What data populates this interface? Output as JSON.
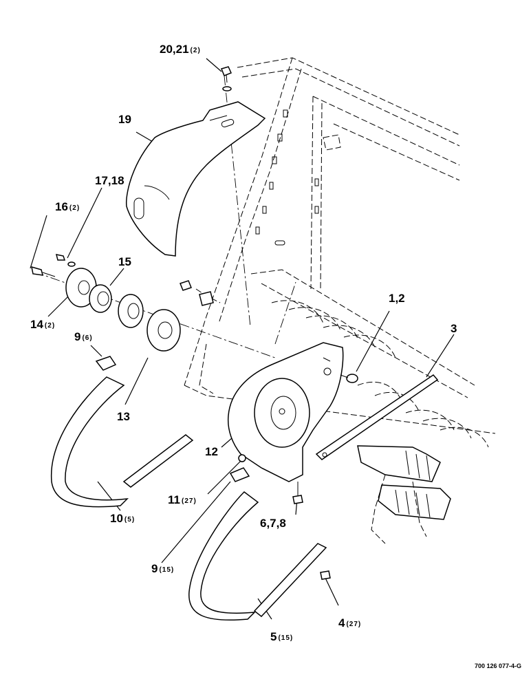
{
  "callouts": [
    {
      "id": "c-20-21",
      "label": "20,21",
      "qty": "(2)"
    },
    {
      "id": "c-19",
      "label": "19",
      "qty": ""
    },
    {
      "id": "c-17-18",
      "label": "17,18",
      "qty": ""
    },
    {
      "id": "c-16",
      "label": "16",
      "qty": "(2)"
    },
    {
      "id": "c-15",
      "label": "15",
      "qty": ""
    },
    {
      "id": "c-14",
      "label": "14",
      "qty": "(2)"
    },
    {
      "id": "c-9a",
      "label": "9",
      "qty": "(6)"
    },
    {
      "id": "c-13",
      "label": "13",
      "qty": ""
    },
    {
      "id": "c-1-2",
      "label": "1,2",
      "qty": ""
    },
    {
      "id": "c-3",
      "label": "3",
      "qty": ""
    },
    {
      "id": "c-12",
      "label": "12",
      "qty": ""
    },
    {
      "id": "c-11",
      "label": "11",
      "qty": "(27)"
    },
    {
      "id": "c-10",
      "label": "10",
      "qty": "(5)"
    },
    {
      "id": "c-9b",
      "label": "9",
      "qty": "(15)"
    },
    {
      "id": "c-6-7-8",
      "label": "6,7,8",
      "qty": ""
    },
    {
      "id": "c-4",
      "label": "4",
      "qty": "(27)"
    },
    {
      "id": "c-5",
      "label": "5",
      "qty": "(15)"
    }
  ],
  "figure_id": "700 126 077-4-G"
}
